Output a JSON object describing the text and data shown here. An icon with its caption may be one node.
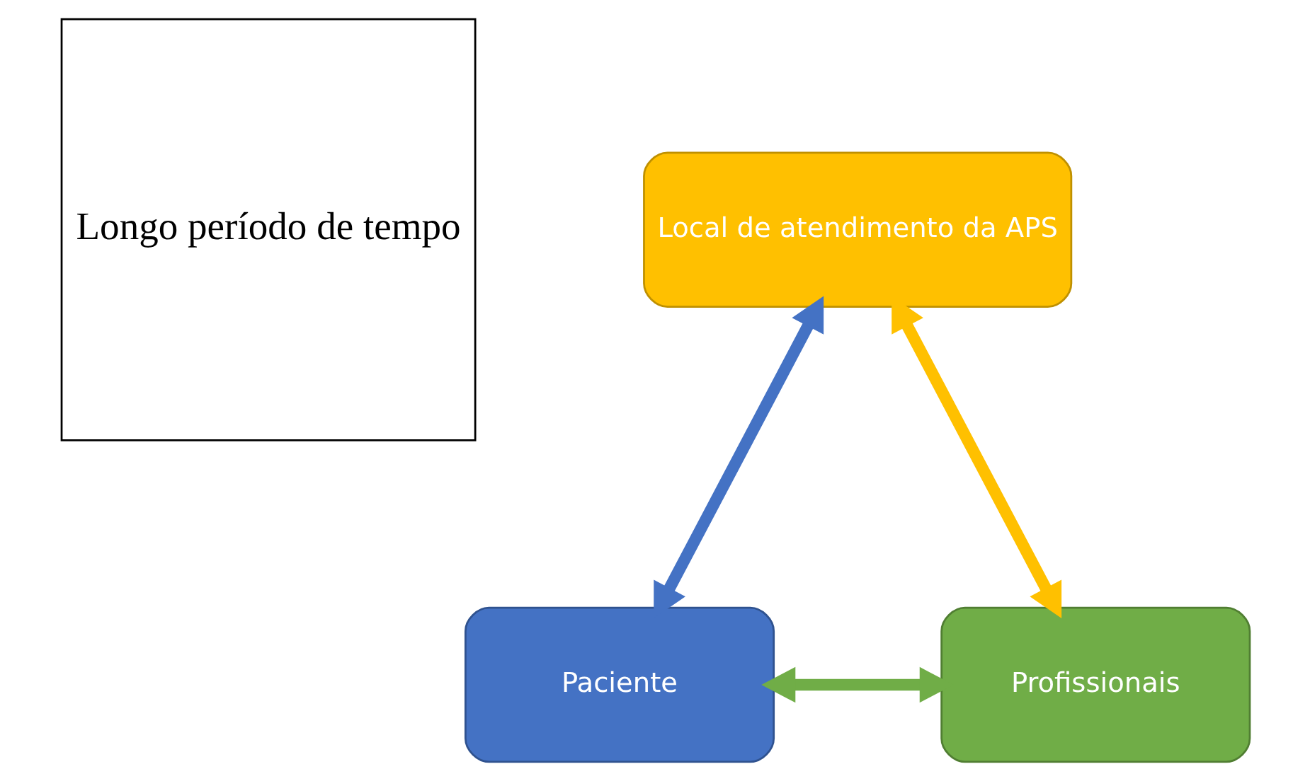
{
  "diagram": {
    "nodes": [
      {
        "text": [
          "Longo período de tempo"
        ]
      },
      {
        "text": [
          "Local de atendimento da APS"
        ]
      },
      {
        "text": [
          "Paciente"
        ]
      },
      {
        "text": [
          "Profissionais"
        ]
      }
    ],
    "edges": [
      {
        "from": 2,
        "to": 1,
        "arrow": "both",
        "color": "#4472c4"
      },
      {
        "from": 1,
        "to": 3,
        "arrow": "both",
        "color": "#ffc000"
      },
      {
        "from": 2,
        "to": 3,
        "arrow": "both",
        "color": "#70ad47"
      }
    ]
  }
}
